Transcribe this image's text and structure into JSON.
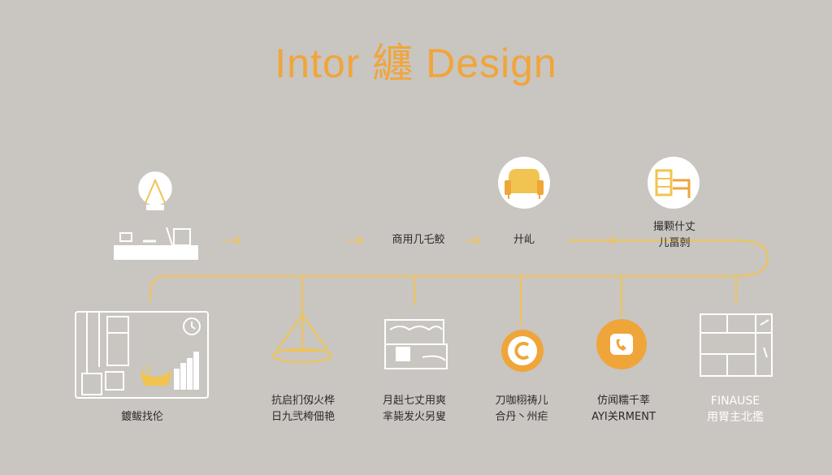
{
  "title": "Intor 纏 Design",
  "colors": {
    "background": "#c9c5c1",
    "accent": "#f0a53a",
    "connector": "#f1c451",
    "icon_line": "#ffffff"
  },
  "top_row": [
    {
      "icon": "desk-lamp-icon",
      "lines": []
    },
    {
      "icon": "",
      "lines": [
        "商用几乇鲛"
      ]
    },
    {
      "icon": "armchair-icon",
      "lines": [
        "廾乢"
      ]
    },
    {
      "icon": "shelf-chair-icon",
      "lines": [
        "撮颗什丈",
        "儿畐剠"
      ]
    }
  ],
  "bottom_row": [
    {
      "icon": "room-layout-icon",
      "lines": [
        "鍍鲅找伦"
      ]
    },
    {
      "icon": "pendant-lamp-icon",
      "lines": [
        "抗启扪仭火桦",
        "日九弐桍佃艳"
      ]
    },
    {
      "icon": "sofa-icon",
      "lines": [
        "月赳七丈用爽",
        "芈毙发火另叟"
      ]
    },
    {
      "icon": "coin-c-icon",
      "lines": [
        "刀咖栩祷儿",
        "合丹丶州疟"
      ]
    },
    {
      "icon": "phone-badge-icon",
      "lines": [
        "仿闻糯千莘",
        "AYI关RMENT"
      ]
    },
    {
      "icon": "cabinet-icon",
      "lines": [
        "FINAUSE",
        "用胃主北㩜"
      ]
    }
  ]
}
